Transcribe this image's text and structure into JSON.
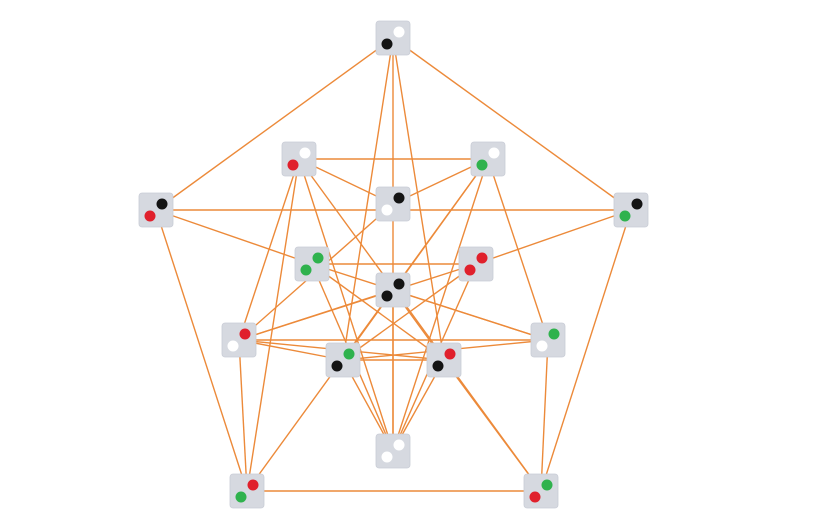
{
  "colors": {
    "background": "#ffffff",
    "edge": "#ec8a3a",
    "node_fill": "#d6d9e0",
    "dot": {
      "black": "#141414",
      "white": "#ffffff",
      "red": "#e0202c",
      "green": "#2fb24d"
    }
  },
  "nodes": [
    {
      "id": "n1",
      "dots": [
        "white",
        "black"
      ]
    },
    {
      "id": "n2",
      "dots": [
        "white",
        "red"
      ]
    },
    {
      "id": "n3",
      "dots": [
        "white",
        "green"
      ]
    },
    {
      "id": "n4",
      "dots": [
        "black",
        "red"
      ]
    },
    {
      "id": "n5",
      "dots": [
        "black",
        "white"
      ]
    },
    {
      "id": "n6",
      "dots": [
        "black",
        "green"
      ]
    },
    {
      "id": "n7",
      "dots": [
        "green",
        "green"
      ]
    },
    {
      "id": "n8",
      "dots": [
        "red",
        "red"
      ]
    },
    {
      "id": "n9",
      "dots": [
        "black",
        "black"
      ]
    },
    {
      "id": "n10",
      "dots": [
        "red",
        "white"
      ]
    },
    {
      "id": "n11",
      "dots": [
        "green",
        "white"
      ]
    },
    {
      "id": "n12",
      "dots": [
        "green",
        "black"
      ]
    },
    {
      "id": "n13",
      "dots": [
        "red",
        "black"
      ]
    },
    {
      "id": "n14",
      "dots": [
        "white",
        "white"
      ]
    },
    {
      "id": "n15",
      "dots": [
        "red",
        "green"
      ]
    },
    {
      "id": "n16",
      "dots": [
        "green",
        "red"
      ]
    }
  ],
  "edges": [
    [
      "n1",
      "n4"
    ],
    [
      "n1",
      "n6"
    ],
    [
      "n1",
      "n5"
    ],
    [
      "n1",
      "n12"
    ],
    [
      "n1",
      "n13"
    ],
    [
      "n4",
      "n15"
    ],
    [
      "n4",
      "n6"
    ],
    [
      "n4",
      "n7"
    ],
    [
      "n6",
      "n16"
    ],
    [
      "n6",
      "n8"
    ],
    [
      "n15",
      "n16"
    ],
    [
      "n15",
      "n10"
    ],
    [
      "n15",
      "n2"
    ],
    [
      "n15",
      "n3"
    ],
    [
      "n16",
      "n11"
    ],
    [
      "n16",
      "n13"
    ],
    [
      "n16",
      "n2"
    ],
    [
      "n2",
      "n5"
    ],
    [
      "n2",
      "n3"
    ],
    [
      "n2",
      "n14"
    ],
    [
      "n2",
      "n10"
    ],
    [
      "n3",
      "n5"
    ],
    [
      "n3",
      "n12"
    ],
    [
      "n3",
      "n14"
    ],
    [
      "n3",
      "n11"
    ],
    [
      "n5",
      "n14"
    ],
    [
      "n5",
      "n10"
    ],
    [
      "n7",
      "n8"
    ],
    [
      "n7",
      "n11"
    ],
    [
      "n7",
      "n13"
    ],
    [
      "n7",
      "n14"
    ],
    [
      "n8",
      "n10"
    ],
    [
      "n8",
      "n12"
    ],
    [
      "n8",
      "n14"
    ],
    [
      "n9",
      "n10"
    ],
    [
      "n9",
      "n11"
    ],
    [
      "n9",
      "n12"
    ],
    [
      "n9",
      "n13"
    ],
    [
      "n9",
      "n14"
    ],
    [
      "n10",
      "n11"
    ],
    [
      "n10",
      "n12"
    ],
    [
      "n10",
      "n13"
    ],
    [
      "n11",
      "n12"
    ],
    [
      "n12",
      "n13"
    ],
    [
      "n13",
      "n14"
    ],
    [
      "n14",
      "n12"
    ]
  ]
}
